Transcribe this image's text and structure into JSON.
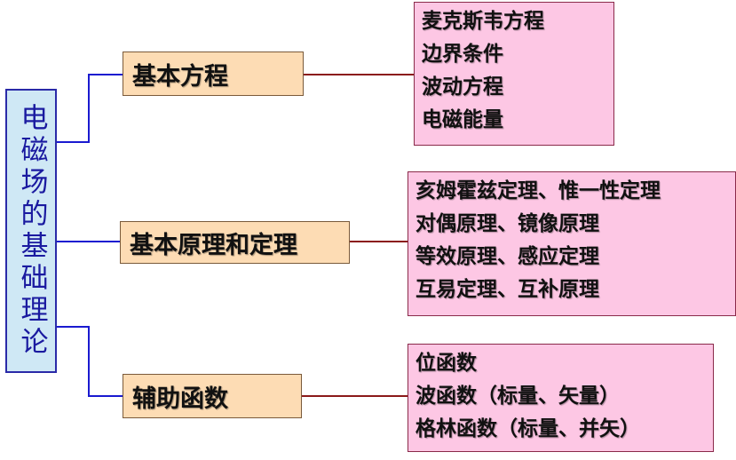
{
  "root": {
    "label": "电磁场的基础理论"
  },
  "branches": [
    {
      "title": "基本方程",
      "items": [
        "麦克斯韦方程",
        "边界条件",
        "波动方程",
        "电磁能量"
      ]
    },
    {
      "title": "基本原理和定理",
      "items": [
        "亥姆霍兹定理、惟一性定理",
        "对偶原理、镜像原理",
        "等效原理、感应定理",
        "互易定理、互补原理"
      ]
    },
    {
      "title": "辅助函数",
      "items": [
        "位函数",
        "波函数（标量、矢量）",
        "格林函数（标量、并矢）"
      ]
    }
  ],
  "colors": {
    "root_fill": "#cfe8f5",
    "root_border": "#2a2aa8",
    "root_text": "#1a1aa0",
    "blue_connector": "#1a1ad0",
    "red_connector": "#8b1a1a",
    "branch_fill": "#fddcb4",
    "leaf_fill": "#fdc7e4"
  }
}
